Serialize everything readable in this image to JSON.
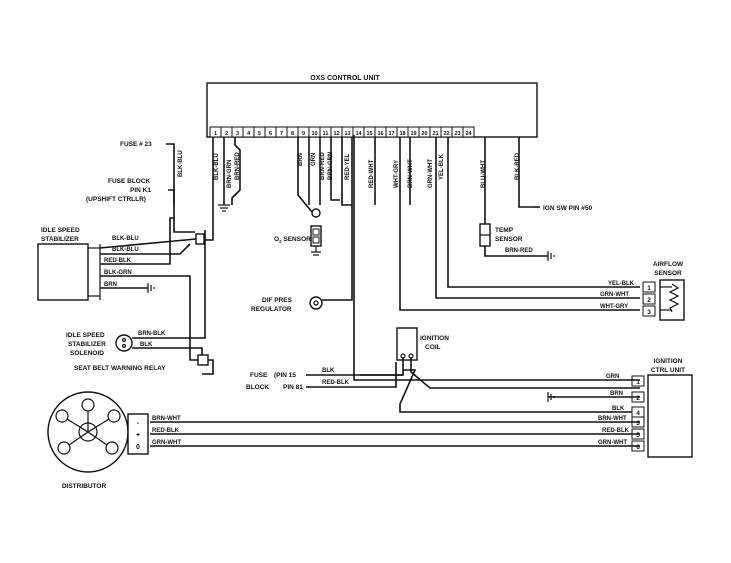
{
  "control_unit": {
    "title": "OXS CONTROL UNIT",
    "pins": [
      "1",
      "2",
      "3",
      "4",
      "5",
      "6",
      "7",
      "8",
      "9",
      "10",
      "11",
      "12",
      "13",
      "14",
      "15",
      "16",
      "17",
      "18",
      "19",
      "20",
      "21",
      "22",
      "23",
      "24"
    ]
  },
  "cu_wire_labels": [
    "BLK-BLU",
    "BRN-GRN",
    "BRN-RED",
    "BRN",
    "GRN",
    "BRN-RED",
    "BRN-GRN",
    "RED-YEL",
    "RED-WHT",
    "WHT-GRY",
    "BRN-WHT",
    "GRN-WHT",
    "YEL-BLK",
    "BLU-WHT",
    "BLK-RED"
  ],
  "fuse23": "FUSE # 23",
  "fuse23_wire": "BLK-BLU",
  "fuse_block_k1": [
    "FUSE BLOCK",
    "PIN K1",
    "(UPSHIFT CTRLLR)"
  ],
  "idle_stabilizer": [
    "IDLE SPEED",
    "STABILIZER"
  ],
  "stabilizer_wires": [
    "BLK-BLU",
    "BLK-BLU",
    "RED-BLK",
    "BLK-GRN",
    "BRN"
  ],
  "o2_sensor": "O",
  "o2_sub": "2",
  "o2_sensor_rest": " SENSOR",
  "temp_sensor": [
    "TEMP",
    "SENSOR"
  ],
  "temp_wire": "BRN-RED",
  "ign_sw": "IGN SW PIN #50",
  "airflow_sensor": [
    "AIRFLOW",
    "SENSOR"
  ],
  "airflow_wires": [
    "YEL-BLK",
    "GRN-WHT",
    "WHT-GRY"
  ],
  "airflow_pins": [
    "1",
    "2",
    "3"
  ],
  "diff_pres": [
    "DIF PRES",
    "REGULATOR"
  ],
  "solenoid": [
    "IDLE SPEED",
    "STABILIZER",
    "SOLENOID"
  ],
  "solenoid_wires": [
    "BRN-BLK",
    "BLK"
  ],
  "seat_belt": "SEAT BELT WARNING RELAY",
  "ign_coil": [
    "IGNITION",
    "COIL"
  ],
  "fuse_block_pins": [
    "FUSE",
    "BLOCK",
    "(PIN 15",
    "PIN 81"
  ],
  "coil_wires": [
    "BLK",
    "RED-BLK"
  ],
  "ign_ctrl": [
    "IGNITION",
    "CTRL UNIT"
  ],
  "ign_ctrl_wires": [
    "GRN",
    "BRN",
    "BLK",
    "BRN-WHT",
    "RED-BLK",
    "GRN-WHT"
  ],
  "ign_ctrl_pins": [
    "1",
    "2",
    "4",
    "3",
    "5",
    "6"
  ],
  "distributor": "DISTRIBUTOR",
  "dist_wires": [
    "BRN-WHT",
    "RED-BLK",
    "GRN-WHT"
  ],
  "dist_terms": [
    "-",
    "+",
    "0"
  ]
}
